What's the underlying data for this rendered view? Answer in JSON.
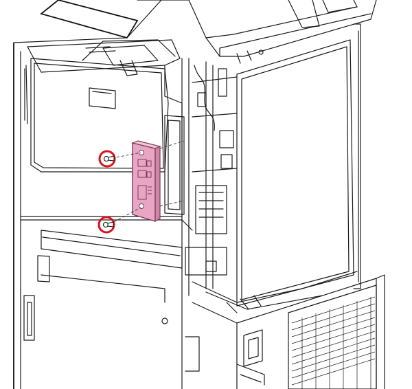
{
  "colors": {
    "line": "#1a1a1a",
    "highlight_fill": "#e8a6c4",
    "highlight_stroke": "#7a3a55",
    "callout": "#e0101a"
  },
  "parts": {
    "highlighted_bracket": "bracket",
    "screws": [
      "screw",
      "screw"
    ]
  }
}
